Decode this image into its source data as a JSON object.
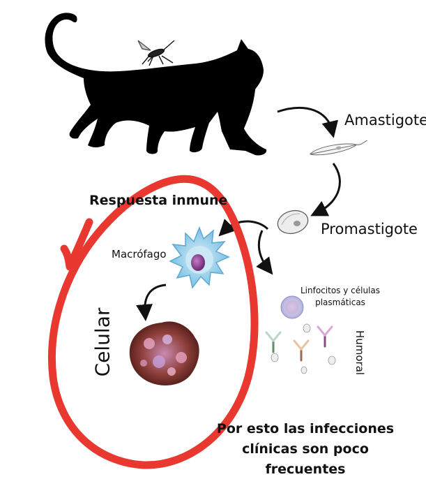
{
  "labels": {
    "amastigote": "Amastigote",
    "promastigote": "Promastigote",
    "respuesta_inmune": "Respuesta inmune",
    "macrofago": "Macrófago",
    "linfocitos": "Linfocitos y células plasmáticas",
    "celular": "Celular",
    "humoral": "Humoral",
    "nota": "Por esto las infecciones clínicas son poco frecuentes"
  },
  "colors": {
    "cat": "#000000",
    "red_loop": "#e8382f",
    "macrophage": "#8ec9e6",
    "macrophage_nucleus": "#8b3f8e",
    "infected_cell": "#6b2c26",
    "lymphocyte": "#c7c8e8"
  },
  "icons": [
    "cat-silhouette",
    "mosquito-icon",
    "amastigote-icon",
    "promastigote-icon",
    "macrophage-icon",
    "infected-cell-icon",
    "lymphocyte-icon",
    "antibody-icon"
  ]
}
